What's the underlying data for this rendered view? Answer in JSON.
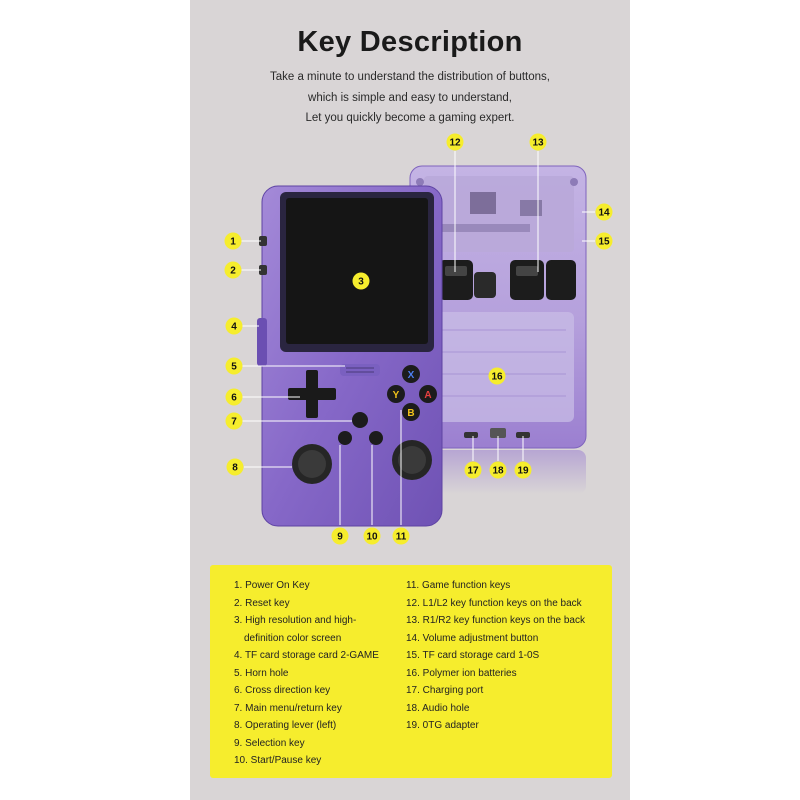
{
  "title": "Key Description",
  "subtitle": [
    "Take a minute to understand the distribution of buttons,",
    "which is simple and easy to understand,",
    "Let you quickly become a gaming expert."
  ],
  "callouts": [
    "1",
    "2",
    "3",
    "4",
    "5",
    "6",
    "7",
    "8",
    "9",
    "10",
    "11",
    "12",
    "13",
    "14",
    "15",
    "16",
    "17",
    "18",
    "19"
  ],
  "button_letters": {
    "x": "X",
    "y": "Y",
    "a": "A",
    "b": "B"
  },
  "legend_left": [
    "1. Power On Key",
    "2. Reset key",
    "3. High resolution and high-",
    "definition color screen",
    "4. TF card storage card 2-GAME",
    "5. Horn hole",
    "6. Cross direction key",
    "7. Main menu/return key",
    "8. Operating lever (left)",
    "9. Selection key",
    "10. Start/Pause key"
  ],
  "legend_right": [
    "11. Game function keys",
    "12. L1/L2 key function keys on the back",
    "13. R1/R2 key function keys on the back",
    "14. Volume adjustment button",
    "15. TF card storage card 1-0S",
    "16. Polymer ion batteries",
    "17. Charging port",
    "18. Audio hole",
    "19. 0TG adapter"
  ],
  "colors": {
    "panel_bg": "#d9d5d6",
    "device_purple": "#8a6bc8",
    "callout_yellow": "#f6ed2d",
    "legend_bg": "#f6ed2d"
  }
}
